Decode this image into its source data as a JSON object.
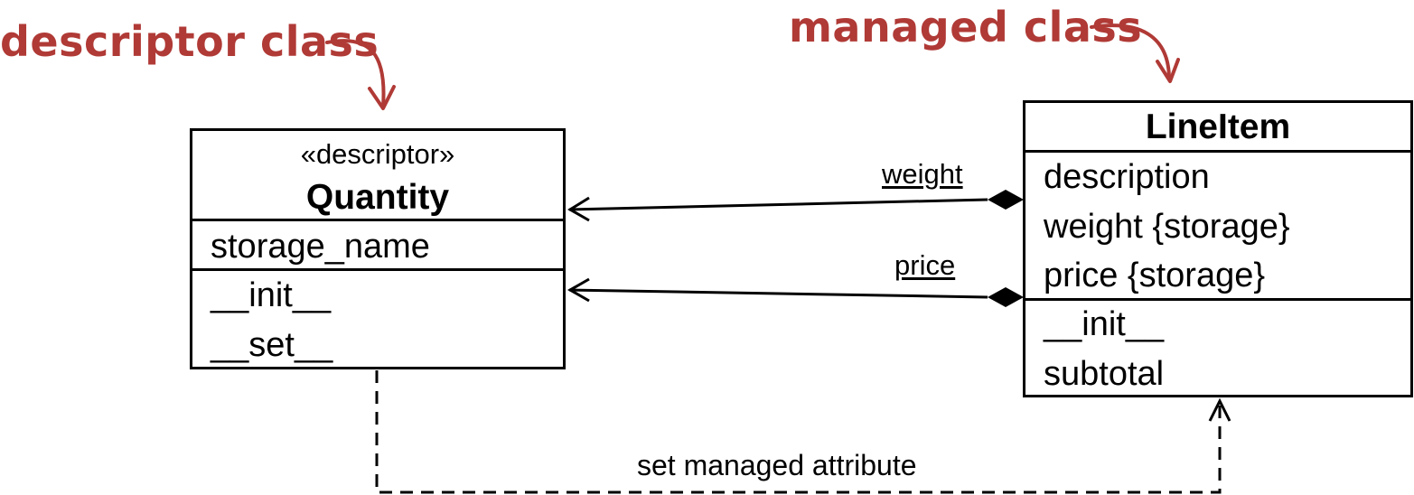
{
  "annotations": {
    "descriptor_label": "descriptor class",
    "managed_label": "managed class",
    "color": "#b03a36"
  },
  "quantity_class": {
    "stereotype": "«descriptor»",
    "name": "Quantity",
    "attributes": [
      "storage_name"
    ],
    "methods": [
      "__init__",
      "__set__"
    ]
  },
  "lineitem_class": {
    "name": "LineItem",
    "attributes": [
      "description",
      "weight {storage}",
      "price {storage}"
    ],
    "methods": [
      "__init__",
      "subtotal"
    ]
  },
  "associations": {
    "weight_label": "weight",
    "price_label": "price"
  },
  "dependency": {
    "label": "set managed attribute"
  }
}
